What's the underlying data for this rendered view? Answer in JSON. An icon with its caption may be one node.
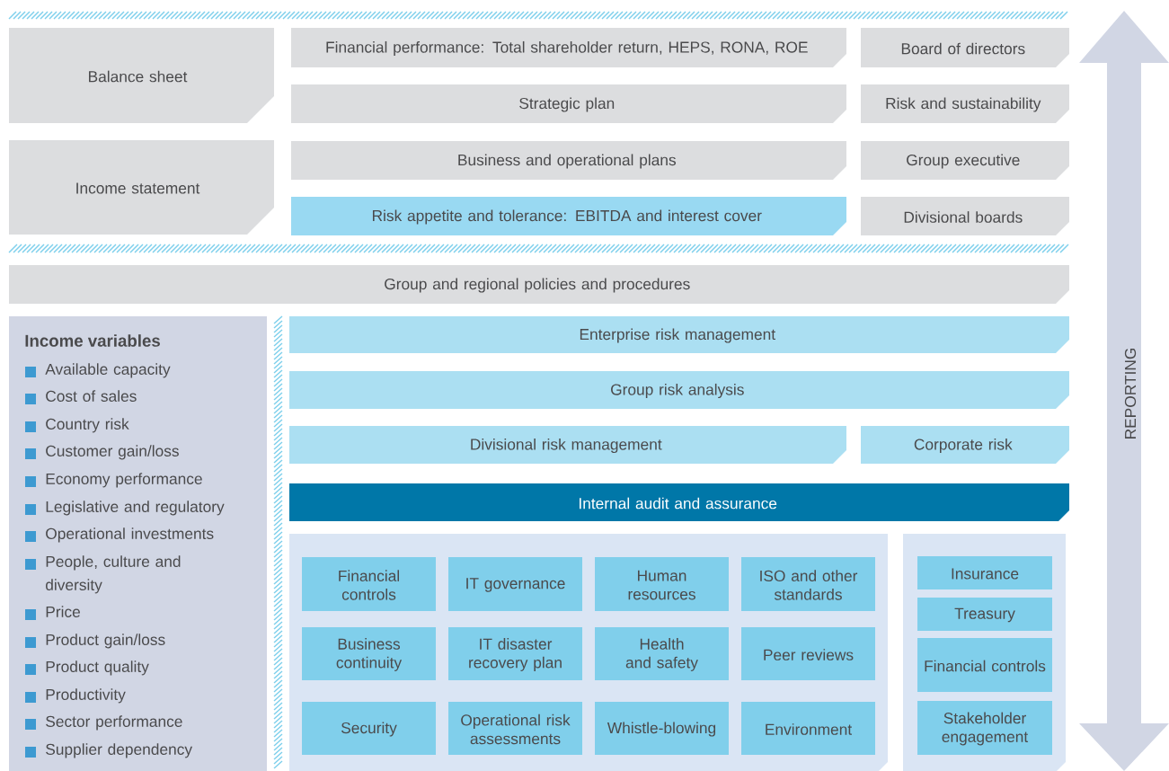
{
  "diagram": {
    "nodes": [
      {
        "text": [
          "Balance sheet"
        ]
      },
      {
        "text": [
          "Income statement"
        ]
      },
      {
        "text": [
          "Financial performance: Total shareholder return, HEPS, RONA, ROE"
        ]
      },
      {
        "text": [
          "Strategic plan"
        ]
      },
      {
        "text": [
          "Business and operational plans"
        ]
      },
      {
        "text": [
          "Risk appetite and tolerance: EBITDA and interest cover"
        ]
      },
      {
        "text": [
          "Board of directors"
        ]
      },
      {
        "text": [
          "Risk and sustainability"
        ]
      },
      {
        "text": [
          "Group executive"
        ]
      },
      {
        "text": [
          "Divisional boards"
        ]
      },
      {
        "text": [
          "Group and regional policies and procedures"
        ]
      },
      {
        "text": [
          "Income variables",
          "Available capacity",
          "Cost of sales",
          "Country risk",
          "Customer gain/loss",
          "Economy performance",
          "Legislative and regulatory",
          "Operational investments",
          "People, culture and diversity",
          "Price",
          "Product gain/loss",
          "Product quality",
          "Productivity",
          "Sector performance",
          "Supplier dependency"
        ]
      },
      {
        "text": [
          "Enterprise risk management"
        ]
      },
      {
        "text": [
          "Group risk analysis"
        ]
      },
      {
        "text": [
          "Divisional risk management"
        ]
      },
      {
        "text": [
          "Corporate risk"
        ]
      },
      {
        "text": [
          "Internal audit and assurance"
        ]
      },
      {
        "text": [],
        "shape": "box"
      },
      {
        "text": [
          "Financial controls"
        ],
        "in": 17
      },
      {
        "text": [
          "IT governance"
        ],
        "in": 17
      },
      {
        "text": [
          "Human resources"
        ],
        "in": 17
      },
      {
        "text": [
          "ISO and other standards"
        ],
        "in": 17
      },
      {
        "text": [
          "Business continuity"
        ],
        "in": 17
      },
      {
        "text": [
          "IT disaster recovery plan"
        ],
        "in": 17
      },
      {
        "text": [
          "Health and safety"
        ],
        "in": 17
      },
      {
        "text": [
          "Peer reviews"
        ],
        "in": 17
      },
      {
        "text": [
          "Security"
        ],
        "in": 17
      },
      {
        "text": [
          "Operational risk assessments"
        ],
        "in": 17
      },
      {
        "text": [
          "Whistle-blowing"
        ],
        "in": 17
      },
      {
        "text": [
          "Environment"
        ],
        "in": 17
      },
      {
        "text": [],
        "shape": "box"
      },
      {
        "text": [
          "Insurance"
        ],
        "in": 30
      },
      {
        "text": [
          "Treasury"
        ],
        "in": 30
      },
      {
        "text": [
          "Financial controls"
        ],
        "in": 30
      },
      {
        "text": [
          "Stakeholder engagement"
        ],
        "in": 30
      },
      {
        "text": [
          "REPORTING"
        ]
      }
    ]
  }
}
